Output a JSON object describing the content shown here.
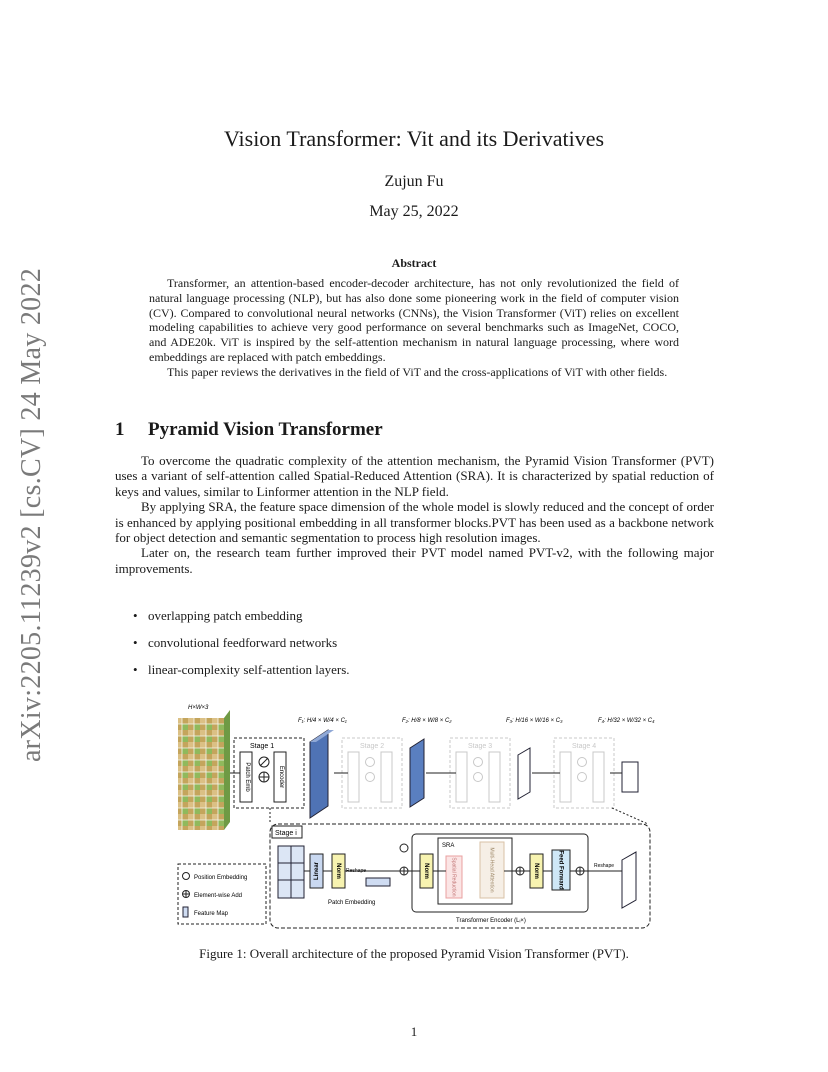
{
  "arxiv_stamp": "arXiv:2205.11239v2  [cs.CV]  24 May 2022",
  "title": "Vision Transformer: Vit and its Derivatives",
  "author": "Zujun Fu",
  "date": "May 25, 2022",
  "abstract": {
    "heading": "Abstract",
    "paragraphs": [
      "Transformer, an attention-based encoder-decoder architecture, has not only revolutionized the field of natural language processing (NLP), but has also done some pioneering work in the field of computer vision (CV). Compared to convolutional neural networks (CNNs), the Vision Transformer (ViT) relies on excellent modeling capabilities to achieve very good performance on several benchmarks such as ImageNet, COCO, and ADE20k. ViT is inspired by the self-attention mechanism in natural language processing, where word embeddings are replaced with patch embeddings.",
      "This paper reviews the derivatives in the field of ViT and the cross-applications of ViT with other fields."
    ]
  },
  "section": {
    "number": "1",
    "title": "Pyramid Vision Transformer",
    "paragraphs": [
      "To overcome the quadratic complexity of the attention mechanism, the Pyramid Vision Transformer (PVT) uses a variant of self-attention called Spatial-Reduced Attention (SRA). It is characterized by spatial reduction of keys and values, similar to Linformer attention in the NLP field.",
      "By applying SRA, the feature space dimension of the whole model is slowly reduced and the concept of order is enhanced by applying positional embedding in all transformer blocks.PVT has been used as a backbone network for object detection and semantic segmentation to process high resolution images.",
      "Later on, the research team further improved their PVT model named PVT-v2, with the following major improvements."
    ],
    "bullets": [
      "overlapping patch embedding",
      "convolutional feedforward networks",
      "linear-complexity self-attention layers."
    ]
  },
  "figure": {
    "input_label": "H×W×3",
    "feature_labels": [
      "F₁: H/4 × W/4 × C₁",
      "F₂: H/8 × W/8 × C₂",
      "F₃: H/16 × W/16 × C₃",
      "F₄: H/32 × W/32 × C₄"
    ],
    "stages": [
      "Stage 1",
      "Stage 2",
      "Stage 3",
      "Stage 4"
    ],
    "patch_emb": "Patch Emb",
    "encoder": "Encoder",
    "stage_i": "Stage i",
    "legend": [
      "Position Embedding",
      "Element-wise Add",
      "Feature Map"
    ],
    "linear": "Linear",
    "norm": "Norm",
    "reshape": "Reshape",
    "patch_embedding": "Patch Embedding",
    "sra": "SRA",
    "spatial_reduction": "Spatial Reduction",
    "mha": "Multi-Head Attention",
    "feed_forward": "Feed Forward",
    "transformer_encoder": "Transformer Encoder (Lᵢ×)",
    "colors": {
      "linear": "#c9d8f0",
      "norm": "#f7f3b0",
      "ffn": "#cfe8f7",
      "sra_red": "#e9a0a0",
      "faded": "#c8c8c8"
    }
  },
  "caption": "Figure 1: Overall architecture of the proposed Pyramid Vision Transformer (PVT).",
  "page_number": "1"
}
